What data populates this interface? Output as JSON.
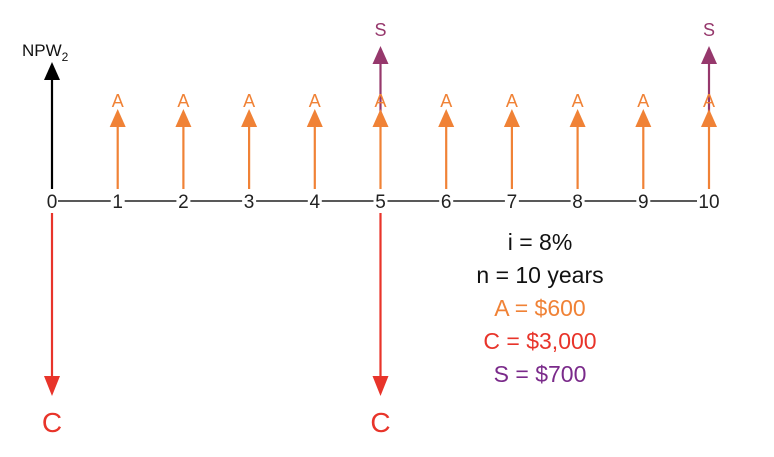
{
  "diagram": {
    "npw_label": "NPW",
    "npw_subscript": "2",
    "periods": [
      "0",
      "1",
      "2",
      "3",
      "4",
      "5",
      "6",
      "7",
      "8",
      "9",
      "10"
    ],
    "annuity": {
      "label": "A",
      "periods": [
        1,
        2,
        3,
        4,
        5,
        6,
        7,
        8,
        9,
        10
      ],
      "color": "#f08236"
    },
    "salvage": {
      "label": "S",
      "periods": [
        5,
        10
      ],
      "color": "#96386c"
    },
    "cost": {
      "label": "C",
      "periods": [
        0,
        5
      ],
      "color": "#e8342a"
    },
    "npw_color": "#000000",
    "parameters": {
      "interest": "i = 8%",
      "life": "n = 10 years",
      "annuity_value": "A = $600",
      "cost_value": "C = $3,000",
      "salvage_value": "S = $700"
    },
    "parameter_colors": {
      "interest": "#111111",
      "life": "#111111",
      "annuity_value": "#f08236",
      "cost_value": "#e8342a",
      "salvage_value": "#7a2a8a"
    }
  }
}
